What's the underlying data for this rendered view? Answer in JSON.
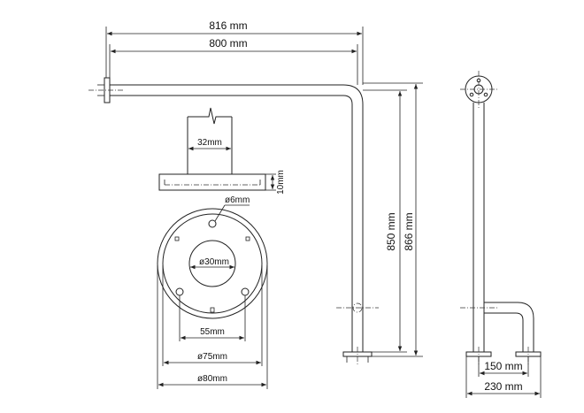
{
  "dimensions": {
    "total_width": "816 mm",
    "inner_width": "800 mm",
    "tube_diameter": "32mm",
    "flange_thickness": "10mm",
    "hole_diameter": "ø6mm",
    "inner_diameter": "ø30mm",
    "hole_spacing": "55mm",
    "mid_diameter": "ø75mm",
    "outer_diameter": "ø80mm",
    "inner_height": "850 mm",
    "total_height": "866 mm",
    "foot_span": "150 mm",
    "total_depth": "230 mm"
  }
}
